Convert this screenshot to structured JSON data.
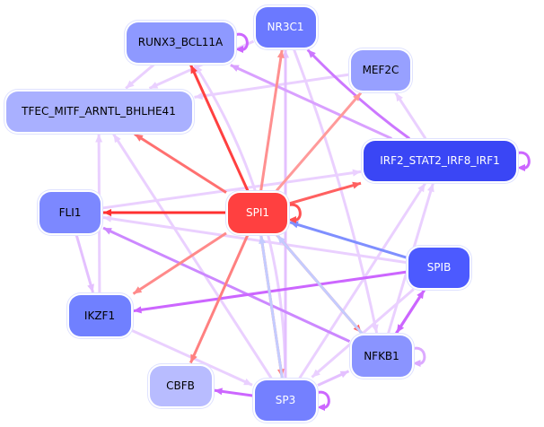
{
  "nodes": [
    {
      "id": "NR3C1",
      "label": "NR3C1",
      "color": "#6b79ff",
      "text_color": "#ffffff"
    },
    {
      "id": "RUNX3",
      "label": "RUNX3_BCL11A",
      "color": "#8e99ff",
      "text_color": "#000000"
    },
    {
      "id": "MEF2C",
      "label": "MEF2C",
      "color": "#97a0ff",
      "text_color": "#000000"
    },
    {
      "id": "TFEC",
      "label": "TFEC_MITF_ARNTL_BHLHE41",
      "color": "#a9b0ff",
      "text_color": "#000000"
    },
    {
      "id": "IRF2",
      "label": "IRF2_STAT2_IRF8_IRF1",
      "color": "#3a46f5",
      "text_color": "#ffffff"
    },
    {
      "id": "SPI1",
      "label": "SPI1",
      "color": "#ff4040",
      "text_color": "#ffffff"
    },
    {
      "id": "FLI1",
      "label": "FLI1",
      "color": "#7c88ff",
      "text_color": "#000000"
    },
    {
      "id": "SPIB",
      "label": "SPIB",
      "color": "#4c5aff",
      "text_color": "#ffffff"
    },
    {
      "id": "IKZF1",
      "label": "IKZF1",
      "color": "#7080ff",
      "text_color": "#000000"
    },
    {
      "id": "NFKB1",
      "label": "NFKB1",
      "color": "#8a94ff",
      "text_color": "#000000"
    },
    {
      "id": "CBFB",
      "label": "CBFB",
      "color": "#b8bcff",
      "text_color": "#000000"
    },
    {
      "id": "SP3",
      "label": "SP3",
      "color": "#7480ff",
      "text_color": "#ffffff"
    }
  ],
  "edges": [
    {
      "source": "NR3C1",
      "target": "TFEC",
      "color": "#ead0ff"
    },
    {
      "source": "RUNX3",
      "target": "TFEC",
      "color": "#ead0ff"
    },
    {
      "source": "MEF2C",
      "target": "TFEC",
      "color": "#ead0ff"
    },
    {
      "source": "IKZF1",
      "target": "TFEC",
      "color": "#ead0ff"
    },
    {
      "source": "SP3",
      "target": "TFEC",
      "color": "#ead0ff"
    },
    {
      "source": "FLI1",
      "target": "IRF2",
      "color": "#ead0ff"
    },
    {
      "source": "FLI1",
      "target": "IKZF1",
      "color": "#e4c0ff"
    },
    {
      "source": "SPIB",
      "target": "FLI1",
      "color": "#ead0ff"
    },
    {
      "source": "IKZF1",
      "target": "SP3",
      "color": "#ead0ff"
    },
    {
      "source": "SP3",
      "target": "NFKB1",
      "color": "#e4c0ff"
    },
    {
      "source": "NFKB1",
      "target": "IRF2",
      "color": "#ead0ff"
    },
    {
      "source": "SP3",
      "target": "IRF2",
      "color": "#ead0ff"
    },
    {
      "source": "SP3",
      "target": "RUNX3",
      "color": "#ead0ff",
      "bend": 60
    },
    {
      "source": "SPIB",
      "target": "SP3",
      "color": "#ead0ff"
    },
    {
      "source": "SP3",
      "target": "NR3C1",
      "color": "#e4c0ff"
    },
    {
      "source": "NR3C1",
      "target": "NFKB1",
      "color": "#ead0ff",
      "bend": -15
    },
    {
      "source": "IRF2",
      "target": "MEF2C",
      "color": "#ead0ff"
    },
    {
      "source": "IRF2",
      "target": "RUNX3",
      "color": "#d9a0ff"
    },
    {
      "source": "IRF2",
      "target": "NR3C1",
      "color": "#cc77ff",
      "bend": -10
    },
    {
      "source": "NFKB1",
      "target": "FLI1",
      "color": "#cc88ff"
    },
    {
      "source": "SPIB",
      "target": "IKZF1",
      "color": "#cc66ff"
    },
    {
      "source": "SPIB",
      "target": "NFKB1",
      "color": "#cc66ff"
    },
    {
      "source": "NFKB1",
      "target": "SPIB",
      "color": "#cc66ff"
    },
    {
      "source": "SP3",
      "target": "CBFB",
      "color": "#cc66ff"
    },
    {
      "source": "SPI1",
      "target": "NR3C1",
      "color": "#ff9090"
    },
    {
      "source": "SPI1",
      "target": "MEF2C",
      "color": "#ff9a9a"
    },
    {
      "source": "SPI1",
      "target": "TFEC",
      "color": "#ff7070"
    },
    {
      "source": "SPI1",
      "target": "IRF2",
      "color": "#ff6060"
    },
    {
      "source": "SPI1",
      "target": "IKZF1",
      "color": "#ff8a8a"
    },
    {
      "source": "SPI1",
      "target": "CBFB",
      "color": "#ff8080"
    },
    {
      "source": "SPI1",
      "target": "SP3",
      "color": "#ff8080"
    },
    {
      "source": "SPI1",
      "target": "NFKB1",
      "color": "#ff6060"
    },
    {
      "source": "SPI1",
      "target": "RUNX3",
      "color": "#ff4040"
    },
    {
      "source": "SPI1",
      "target": "FLI1",
      "color": "#ff3030"
    },
    {
      "source": "SP3",
      "target": "SPI1",
      "color": "#c4ccff"
    },
    {
      "source": "NFKB1",
      "target": "SPI1",
      "color": "#c4ccff"
    },
    {
      "source": "SPIB",
      "target": "SPI1",
      "color": "#7f8fff"
    },
    {
      "source": "SPI1",
      "target": "SPI1",
      "color": "#ff5050"
    },
    {
      "source": "RUNX3",
      "target": "RUNX3",
      "color": "#cc66ff"
    },
    {
      "source": "IRF2",
      "target": "IRF2",
      "color": "#cc66ff"
    },
    {
      "source": "NFKB1",
      "target": "NFKB1",
      "color": "#dcaaff"
    },
    {
      "source": "SP3",
      "target": "SP3",
      "color": "#cc66ff"
    }
  ]
}
